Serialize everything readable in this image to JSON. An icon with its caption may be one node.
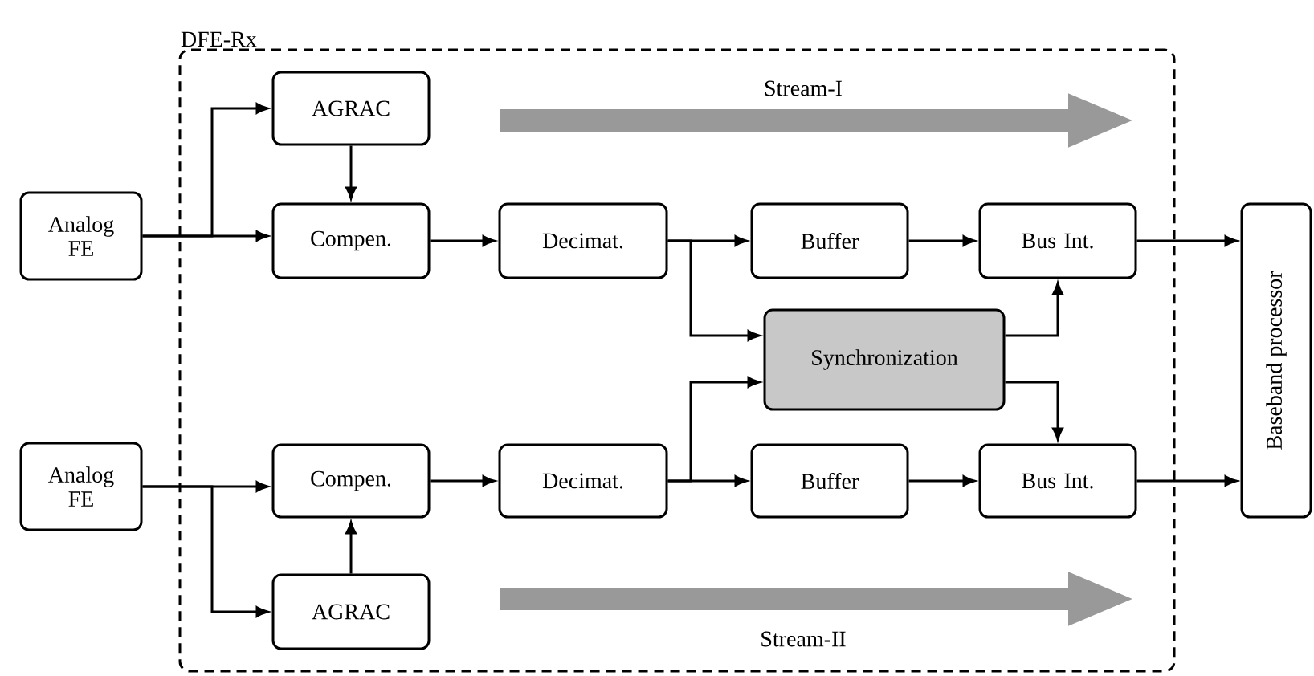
{
  "diagram": {
    "nodes": [
      {
        "text": [
          "DFE-Rx"
        ]
      },
      {
        "text": [
          "Analog FE"
        ]
      },
      {
        "text": [
          "AGRAC"
        ],
        "in": 0
      },
      {
        "text": [
          "Compen."
        ],
        "in": 0
      },
      {
        "text": [
          "Decimat."
        ],
        "in": 0
      },
      {
        "text": [
          "Buffer"
        ],
        "in": 0
      },
      {
        "text": [
          "Bus Int."
        ],
        "in": 0
      },
      {
        "text": [
          "Synchronization"
        ],
        "in": 0
      },
      {
        "text": [
          "Analog FE"
        ]
      },
      {
        "text": [
          "Compen."
        ],
        "in": 0
      },
      {
        "text": [
          "Decimat."
        ],
        "in": 0
      },
      {
        "text": [
          "Buffer"
        ],
        "in": 0
      },
      {
        "text": [
          "Bus Int."
        ],
        "in": 0
      },
      {
        "text": [
          "AGRAC"
        ],
        "in": 0
      },
      {
        "text": [
          "Baseband processor"
        ]
      }
    ],
    "edges": [
      {
        "from": 1,
        "to": 2,
        "arrow": "to"
      },
      {
        "from": 1,
        "to": 3,
        "arrow": "to"
      },
      {
        "from": 2,
        "to": 3,
        "arrow": "to"
      },
      {
        "from": 3,
        "to": 4,
        "arrow": "to"
      },
      {
        "from": 4,
        "to": 5,
        "arrow": "to"
      },
      {
        "from": 4,
        "to": 7,
        "arrow": "to"
      },
      {
        "from": 5,
        "to": 6,
        "arrow": "to"
      },
      {
        "from": 7,
        "to": 6,
        "arrow": "to"
      },
      {
        "from": 7,
        "to": 12,
        "arrow": "to"
      },
      {
        "from": 6,
        "to": 14,
        "arrow": "to"
      },
      {
        "from": 8,
        "to": 9,
        "arrow": "to"
      },
      {
        "from": 8,
        "to": 13,
        "arrow": "to"
      },
      {
        "from": 13,
        "to": 9,
        "arrow": "to"
      },
      {
        "from": 9,
        "to": 10,
        "arrow": "to"
      },
      {
        "from": 10,
        "to": 11,
        "arrow": "to"
      },
      {
        "from": 10,
        "to": 7,
        "arrow": "to"
      },
      {
        "from": 11,
        "to": 12,
        "arrow": "to"
      },
      {
        "from": 12,
        "to": 14,
        "arrow": "to"
      }
    ],
    "labels": [
      "Stream-I",
      "Stream-II"
    ]
  }
}
